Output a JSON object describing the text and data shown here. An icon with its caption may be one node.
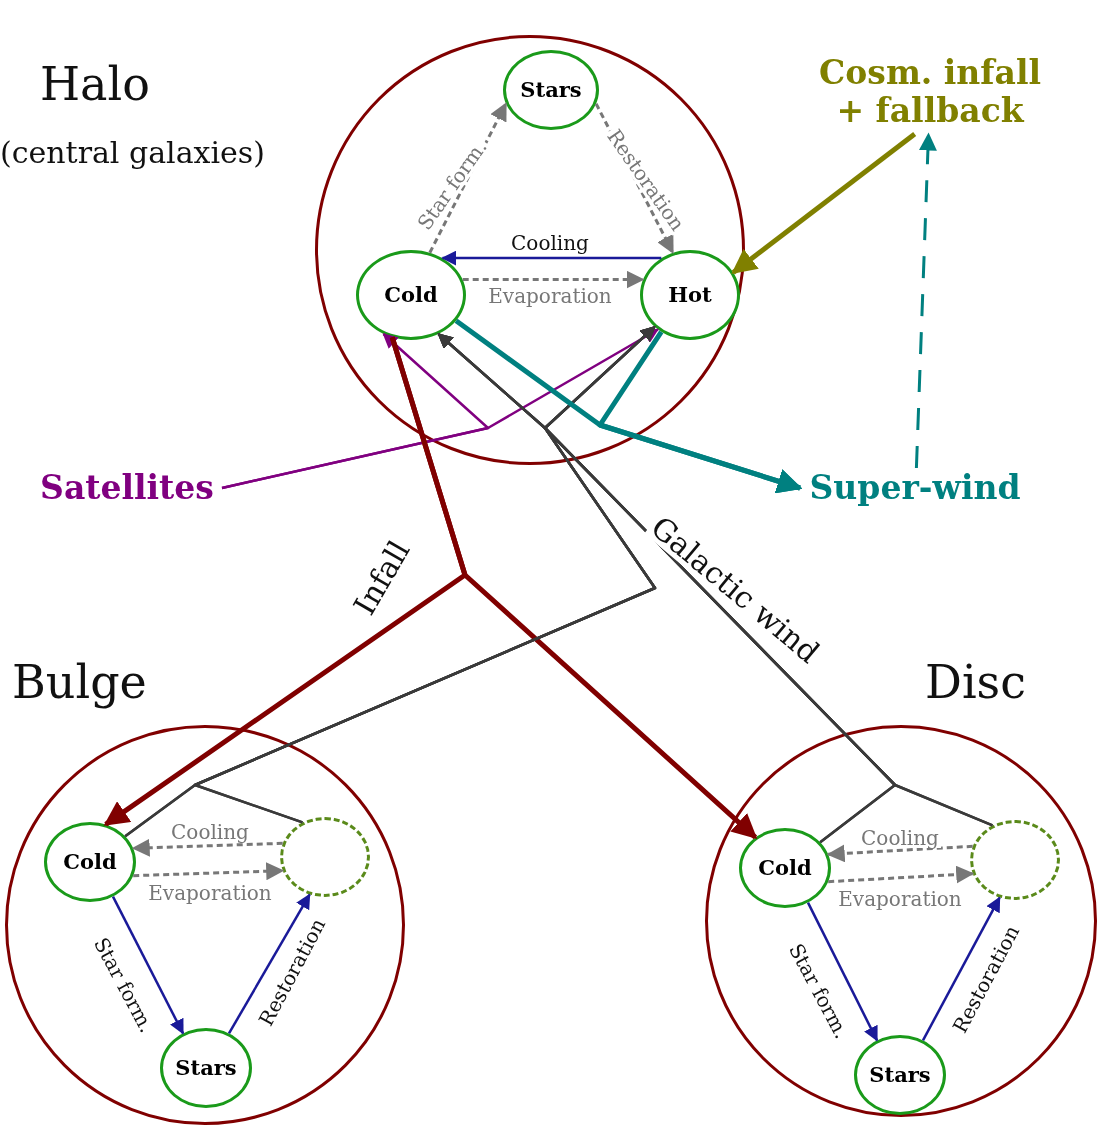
{
  "diagram": {
    "nodes": [
      {
        "text": [
          "Halo",
          "(central galaxies)"
        ]
      },
      {
        "text": [
          "Stars"
        ],
        "in": 0
      },
      {
        "text": [
          "Cold"
        ],
        "in": 0
      },
      {
        "text": [
          "Hot"
        ],
        "in": 0
      },
      {
        "text": [
          "Bulge"
        ]
      },
      {
        "text": [
          "Cold"
        ],
        "in": 4
      },
      {
        "text": [
          "Stars"
        ],
        "in": 4
      },
      {
        "text": [],
        "shape": "circle",
        "in": 4
      },
      {
        "text": [
          "Disc"
        ]
      },
      {
        "text": [
          "Cold"
        ],
        "in": 8
      },
      {
        "text": [
          "Stars"
        ],
        "in": 8
      },
      {
        "text": [],
        "shape": "circle",
        "in": 8
      },
      {
        "text": [
          "Satellites"
        ]
      },
      {
        "text": [
          "Super-wind"
        ]
      },
      {
        "text": [
          "Cosm. infall + fallback"
        ]
      }
    ],
    "edges": [
      {
        "from": 2,
        "to": 1,
        "arrow": "to",
        "label": "Star form.",
        "style": "dashed",
        "color": "#777777"
      },
      {
        "from": 1,
        "to": 3,
        "arrow": "to",
        "label": "Restoration",
        "style": "dashed",
        "color": "#777777"
      },
      {
        "from": 3,
        "to": 2,
        "arrow": "to",
        "label": "Cooling",
        "color": "#1a1a99"
      },
      {
        "from": 2,
        "to": 3,
        "arrow": "to",
        "label": "Evaporation",
        "style": "dashed",
        "color": "#777777"
      },
      {
        "from": 7,
        "to": 5,
        "arrow": "to",
        "label": "Cooling",
        "style": "dashed",
        "color": "#777777"
      },
      {
        "from": 5,
        "to": 7,
        "arrow": "to",
        "label": "Evaporation",
        "style": "dashed",
        "color": "#777777"
      },
      {
        "from": 5,
        "to": 6,
        "arrow": "to",
        "label": "Star form.",
        "color": "#1a1a99"
      },
      {
        "from": 6,
        "to": 7,
        "arrow": "to",
        "label": "Restoration",
        "color": "#1a1a99"
      },
      {
        "from": 11,
        "to": 9,
        "arrow": "to",
        "label": "Cooling",
        "style": "dashed",
        "color": "#777777"
      },
      {
        "from": 9,
        "to": 11,
        "arrow": "to",
        "label": "Evaporation",
        "style": "dashed",
        "color": "#777777"
      },
      {
        "from": 9,
        "to": 10,
        "arrow": "to",
        "label": "Star form.",
        "color": "#1a1a99"
      },
      {
        "from": 10,
        "to": 11,
        "arrow": "to",
        "label": "Restoration",
        "color": "#1a1a99"
      },
      {
        "from": 12,
        "to": 2,
        "arrow": "to",
        "color": "#800080"
      },
      {
        "from": 12,
        "to": 3,
        "arrow": "to",
        "color": "#800080"
      },
      {
        "from": 2,
        "to": 5,
        "arrow": "to",
        "label": "Infall",
        "style": "thick",
        "color": "#800000"
      },
      {
        "from": 2,
        "to": 9,
        "arrow": "to",
        "style": "thick",
        "color": "#800000"
      },
      {
        "from": 5,
        "to": 2,
        "arrow": "to"
      },
      {
        "from": 5,
        "to": 3,
        "arrow": "to"
      },
      {
        "from": 7,
        "to": 2,
        "arrow": "to"
      },
      {
        "from": 7,
        "to": 3,
        "arrow": "to"
      },
      {
        "from": 9,
        "to": 2,
        "arrow": "to",
        "label": "Galactic wind"
      },
      {
        "from": 9,
        "to": 3,
        "arrow": "to"
      },
      {
        "from": 11,
        "to": 2,
        "arrow": "to"
      },
      {
        "from": 11,
        "to": 3,
        "arrow": "to"
      },
      {
        "from": 2,
        "to": 13,
        "arrow": "to",
        "style": "thick",
        "color": "#008080"
      },
      {
        "from": 3,
        "to": 13,
        "arrow": "to",
        "style": "thick",
        "color": "#008080"
      },
      {
        "from": 13,
        "to": 14,
        "arrow": "to",
        "style": "dashed",
        "color": "#008080"
      },
      {
        "from": 14,
        "to": 3,
        "arrow": "to",
        "style": "thick",
        "color": "#808000"
      }
    ]
  }
}
